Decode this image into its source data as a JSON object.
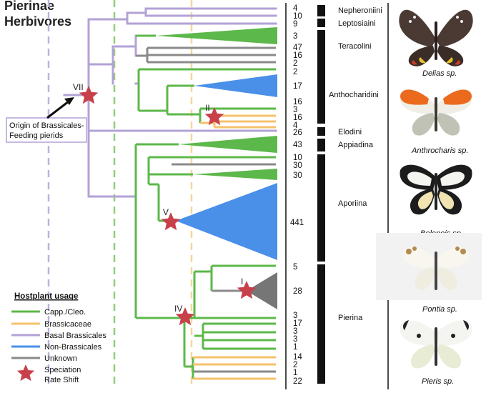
{
  "title": {
    "line1": "Pierinae",
    "line2": "Herbivores"
  },
  "colors": {
    "capp_cleo": "#5cb84a",
    "brassicaceae": "#f5c26b",
    "basal_brassicales": "#b3a2d6",
    "non_brassicales": "#4a90e8",
    "unknown": "#8a8a8a",
    "star": "#c8404a",
    "dash_basal": "#bdb3dc",
    "dash_green": "#8fd07a",
    "dash_yellow": "#f5d79a"
  },
  "tip_counts": [
    "4",
    "10",
    "9",
    "3",
    "47",
    "16",
    "2",
    "2",
    "17",
    "16",
    "3",
    "16",
    "4",
    "26",
    "43",
    "10",
    "30",
    "30",
    "441",
    "5",
    "28",
    "3",
    "17",
    "3",
    "3",
    "1",
    "14",
    "2",
    "1",
    "22"
  ],
  "tribes": [
    {
      "label": "Nepheroniini"
    },
    {
      "label": "Leptosiaini"
    },
    {
      "label": "Teracolini"
    },
    {
      "label": "Anthocharidini"
    },
    {
      "label": "Elodini"
    },
    {
      "label": "Appiadina"
    },
    {
      "label": "Aporiina"
    },
    {
      "label": "Pierina"
    }
  ],
  "node_labels": {
    "vii": "VII",
    "ii": "II",
    "v": "V",
    "i": "I",
    "iv": "IV"
  },
  "origin_box": {
    "line1": "Origin of Brassicales-",
    "line2": "Feeding pierids"
  },
  "legend": {
    "title": "Hostplant usage",
    "items": [
      {
        "label": "Capp./Cleo.",
        "color_key": "capp_cleo"
      },
      {
        "label": "Brassicaceae",
        "color_key": "brassicaceae"
      },
      {
        "label": "Basal Brassicales",
        "color_key": "basal_brassicales"
      },
      {
        "label": "Non-Brassicales",
        "color_key": "non_brassicales"
      },
      {
        "label": "Unknown",
        "color_key": "unknown"
      }
    ],
    "star_label_line1": "Speciation",
    "star_label_line2": "Rate Shift"
  },
  "butterflies": [
    {
      "caption": "Delias sp."
    },
    {
      "caption": "Anthrocharis sp."
    },
    {
      "caption": "Belenois sp."
    },
    {
      "caption": "Pontia sp."
    },
    {
      "caption": "Pieris sp."
    }
  ]
}
